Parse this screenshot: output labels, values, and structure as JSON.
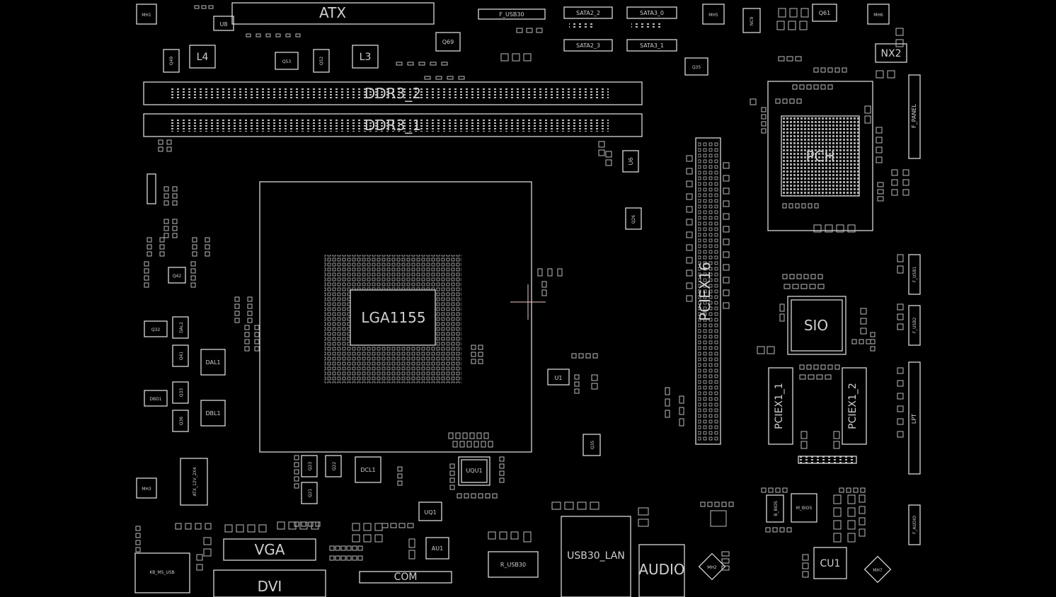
{
  "diagram": {
    "stroke_color": "#d8d8d8",
    "background": "#000000",
    "cursor_color": "#f2c8c8",
    "components": {
      "atx": "ATX",
      "u8": "U8",
      "f_usb30": "F_USB30",
      "sata2_2": "SATA2_2",
      "sata3_0": "SATA3_0",
      "sata2_3": "SATA2_3",
      "sata3_1": "SATA3_1",
      "q61": "Q61",
      "nx2": "NX2",
      "l4": "L4",
      "l3": "L3",
      "q49": "Q49",
      "q53": "Q53",
      "q52": "Q52",
      "q69": "Q69",
      "q35": "Q35",
      "nc9": "NC9",
      "mh1": "MH1",
      "mh5": "MH5",
      "mh6": "MH6",
      "mh3": "MH3",
      "mh2": "MH2",
      "mh7": "MH7",
      "ddr3_2": "DDR3_2",
      "ddr3_1": "DDR3_1",
      "u6": "U6",
      "pch": "PCH",
      "f_panel": "F_PANEL",
      "lga1155": "LGA1155",
      "pciex16": "PCIEX16",
      "q26": "Q26",
      "sio": "SIO",
      "f_usb1": "F_USB1",
      "f_usb2": "F_USB2",
      "pciex1_1": "PCIEX1_1",
      "pciex1_2": "PCIEX1_2",
      "lpt": "LPT",
      "f_audio": "F_AUDIO",
      "u1": "U1",
      "dal1": "DAL1",
      "dbl1": "DBL1",
      "dcl1": "DCL1",
      "uqu1": "UQU1",
      "uq1": "UQ1",
      "au1": "AU1",
      "cu1": "CU1",
      "vga": "VGA",
      "dvi": "DVI",
      "com": "COM",
      "r_usb30": "R_USB30",
      "usb30_lan": "USB30_LAN",
      "audio": "AUDIO",
      "kb_ms_usb": "KB_MS_USB",
      "atx_12v_2x4": "ATX_12V_2X4",
      "b_bios": "B_BIOS",
      "m_bios": "M_BIOS",
      "q23": "Q23",
      "q22": "Q22",
      "q21": "Q21",
      "q32": "Q32",
      "q33": "Q33",
      "q35b": "Q35",
      "q36": "Q36",
      "dbd1": "DBD1",
      "dal2": "DAL2",
      "q41": "Q41",
      "q42": "Q42"
    }
  }
}
